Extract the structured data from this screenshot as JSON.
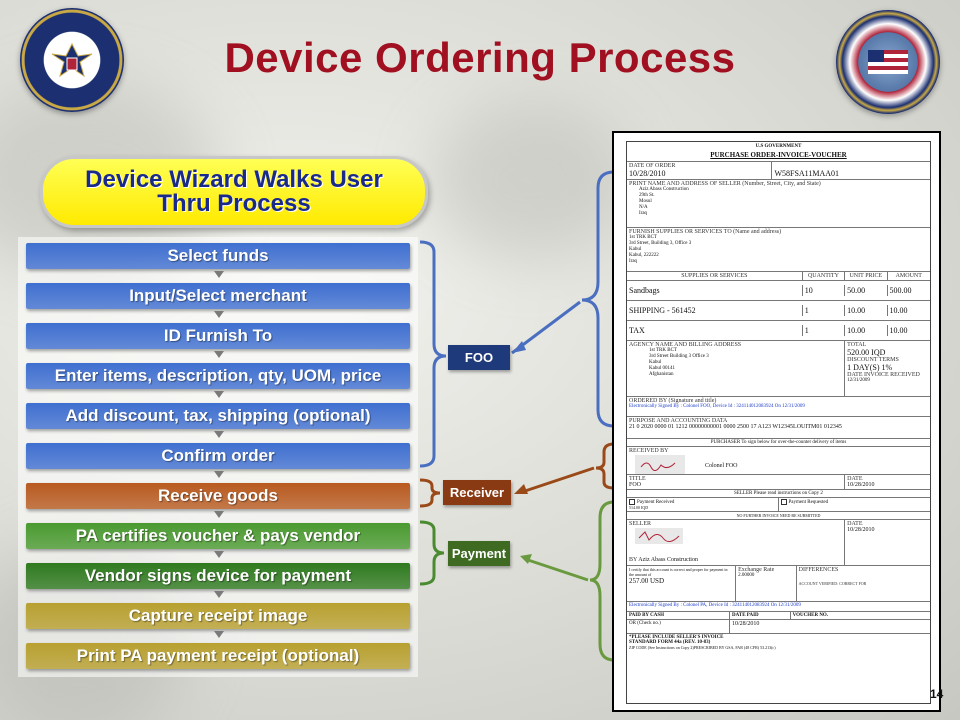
{
  "title": "Device Ordering Process",
  "seals": {
    "left": "DoD seal",
    "right": "Director DPAP seal"
  },
  "banner": {
    "line1": "Device Wizard Walks User",
    "line2": "Thru Process"
  },
  "steps": [
    {
      "label": "Select funds",
      "color": "#3f6fd0"
    },
    {
      "label": "Input/Select merchant",
      "color": "#3f6fd0"
    },
    {
      "label": "ID Furnish To",
      "color": "#3f6fd0"
    },
    {
      "label": "Enter items, description, qty, UOM, price",
      "color": "#3f6fd0"
    },
    {
      "label": "Add discount, tax, shipping (optional)",
      "color": "#3f6fd0"
    },
    {
      "label": "Confirm order",
      "color": "#3f6fd0"
    },
    {
      "label": "Receive goods",
      "color": "#b85a20"
    },
    {
      "label": "PA certifies voucher & pays vendor",
      "color": "#4a9a30"
    },
    {
      "label": "Vendor signs device for payment",
      "color": "#2f7a1f"
    },
    {
      "label": "Capture receipt image",
      "color": "#b8a030"
    },
    {
      "label": "Print PA payment receipt (optional)",
      "color": "#b8a030"
    }
  ],
  "tags": {
    "foo": {
      "label": "FOO",
      "color": "#1f3a7a"
    },
    "receiver": {
      "label": "Receiver",
      "color": "#8a3a12"
    },
    "payment": {
      "label": "Payment",
      "color": "#3e6a22"
    }
  },
  "document": {
    "gov": "U.S GOVERNMENT",
    "form_title": "PURCHASE ORDER-INVOICE-VOUCHER",
    "date_label": "DATE OF ORDER",
    "date": "10/28/2010",
    "order_no": "W58FSA11MAA01",
    "seller_label": "PRINT NAME AND ADDRESS OF SELLER (Number, Street, City, and State)",
    "seller_lines": [
      "Aziz Abass Construction",
      "29th St.",
      "Mosul",
      "N/A",
      "Iraq"
    ],
    "furnish_label": "FURNISH SUPPLIES OR SERVICES TO (Name and address)",
    "furnish_lines": [
      "1st TRK BCT",
      "3rd Street, Building 3, Office 3",
      "Kabul",
      "Kabul, 222222",
      "Iraq"
    ],
    "cols": [
      "SUPPLIES OR SERVICES",
      "QUANTITY",
      "UNIT PRICE",
      "AMOUNT"
    ],
    "items": [
      {
        "desc": "Sandbags",
        "qty": "10",
        "unit": "50.00",
        "amount": "500.00"
      },
      {
        "desc": "SHIPPING - 561452",
        "qty": "1",
        "unit": "10.00",
        "amount": "10.00"
      },
      {
        "desc": "TAX",
        "qty": "1",
        "unit": "10.00",
        "amount": "10.00"
      }
    ],
    "agency_label": "AGENCY NAME AND BILLING ADDRESS",
    "agency_lines": [
      "1st TRK BCT",
      "3rd Street Building 3 Office 3",
      "Kabul",
      "Kabul 00141",
      "Afghanistan"
    ],
    "total_label": "TOTAL",
    "total": "520.00 IQD",
    "discount_label": "DISCOUNT TERMS",
    "discount": "1 DAY(S) 1%",
    "invoice_date_label": "DATE INVOICE RECEIVED",
    "invoice_date": "12/31/2009",
    "ordered_label": "ORDERED BY (Signature and title)",
    "esig_1": "Electronically Signed By : Colonel FOO, Device Id : 324114012083924 On 12/31/2009",
    "accounting_label": "PURPOSE AND ACCOUNTING DATA",
    "accounting": "21 0 2020 0000 01 1212 00000000001 0000 2500 17 A123 W12345LOUITM01 012345",
    "purchaser_text": "PURCHASER To sign below for over-the-counter delivery of items",
    "received_label": "RECEIVED BY",
    "received_name": "Colonel FOO",
    "title_label": "TITLE",
    "title_val": "FOO",
    "date2_label": "DATE",
    "date2": "10/28/2010",
    "seller_note": "SELLER Please read instructions on Copy 2",
    "payment_received": "Payment Received",
    "payment_requested": "Payment Requested",
    "amount_iqd": "514.00 IQD",
    "no_further": "NO FURTHER INVOICE NEED BE SUBMITTED",
    "seller2_label": "SELLER",
    "date3": "10/28/2010",
    "by_label": "BY",
    "by_name": "Aziz Abass Construction",
    "certify_text": "I certify that this account is correct and proper for payment in the amount of",
    "usd": "257.00 USD",
    "exchange_label": "Exchange Rate",
    "exchange": "2.00000",
    "differences_label": "DIFFERENCES",
    "account_label": "ACCOUNT VERIFIED: CORRECT FOR",
    "esig_2": "Electronically Signed By : Colonel PA, Device Id : 324114012083924 On 12/31/2009",
    "paid_cash": "PAID BY CASH",
    "date_paid": "DATE PAID",
    "voucher_no": "VOUCHER NO.",
    "or_check": "OR (Check no.)",
    "date4": "10/28/2010",
    "include_text": "*PLEASE INCLUDE SELLER'S INVOICE",
    "sf_text": "STANDARD FORM 44a (REV. 10-83)",
    "zip_text": "ZIP CODE (See Instructions on Copy 2)PRESCRIBED BY GSA, FAR (48 CFR) 53.213(c)"
  },
  "page_number": "14"
}
